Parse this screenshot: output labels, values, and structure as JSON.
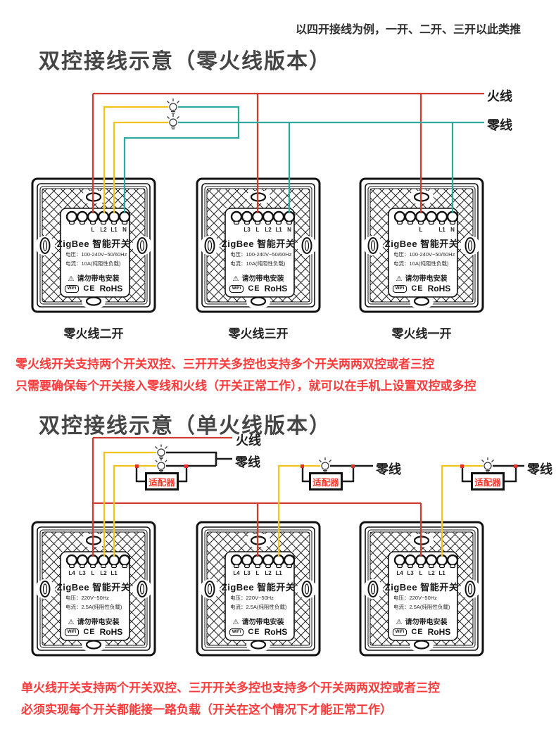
{
  "note_top": "以四开接线为例，一开、二开、三开以此类推",
  "warning_icon": "⚠",
  "colors": {
    "live_wire": "#d13c30",
    "neutral_wire": "#2fa99e",
    "lamp_wire": "#f3c41c",
    "load_wire": "#1b1b1b",
    "note_red": "#fb3b3b"
  },
  "sections": [
    {
      "title": "双控接线示意（零火线版本）",
      "live_label": "火线",
      "neutral_label": "零线",
      "switches": [
        {
          "caption": "零火线二开",
          "terminals": [
            "",
            "",
            "L",
            "L2",
            "L1",
            "N"
          ],
          "title": "ZigBee 智能开关",
          "voltage": "电压：100-240V~50/60Hz",
          "current": "电流：10A(纯阻性负载)",
          "warning": "请勿带电安装",
          "logos": {
            "wifi": "WiFi",
            "ce": "CE",
            "rohs": "RoHS"
          }
        },
        {
          "caption": "零火线三开",
          "terminals": [
            "",
            "L3",
            "L",
            "L2",
            "L1",
            "N"
          ],
          "title": "ZigBee 智能开关",
          "voltage": "电压：100-240V~50/60Hz",
          "current": "电流：10A(纯阻性负载)",
          "warning": "请勿带电安装",
          "logos": {
            "wifi": "WiFi",
            "ce": "CE",
            "rohs": "RoHS"
          }
        },
        {
          "caption": "零火线一开",
          "terminals": [
            "",
            "",
            "L",
            "",
            "L1",
            "N"
          ],
          "title": "ZigBee 智能开关",
          "voltage": "电压：100-240V~50/60Hz",
          "current": "电流：10A(纯阻性负载)",
          "warning": "请勿带电安装",
          "logos": {
            "wifi": "WiFi",
            "ce": "CE",
            "rohs": "RoHS"
          }
        }
      ],
      "notes": [
        "零火线开关支持两个开关双控、三开开关多控也支持多个开关两两双控或者三控",
        "只需要确保每个开关接入零线和火线（开关正常工作），就可以在手机上设置双控或多控"
      ]
    },
    {
      "title": "双控接线示意（单火线版本）",
      "live_label": "火线",
      "neutral_labels": [
        "零线",
        "零线",
        "零线"
      ],
      "adapter_labels": [
        "适配器",
        "适配器",
        "适配器"
      ],
      "switches": [
        {
          "caption": "",
          "terminals": [
            "L4",
            "L3",
            "L",
            "L2",
            "L1",
            ""
          ],
          "title": "ZigBee 智能开关",
          "voltage": "电压：220V~50Hz",
          "current": "电流：2.5A(纯阻性负载)",
          "warning": "请勿带电安装",
          "logos": {
            "wifi": "WiFi",
            "ce": "CE",
            "rohs": "RoHS"
          }
        },
        {
          "caption": "",
          "terminals": [
            "L4",
            "L3",
            "L",
            "L2",
            "L1",
            ""
          ],
          "title": "ZigBee 智能开关",
          "voltage": "电压：220V~50Hz",
          "current": "电流：2.5A(纯阻性负载)",
          "warning": "请勿带电安装",
          "logos": {
            "wifi": "WiFi",
            "ce": "CE",
            "rohs": "RoHS"
          }
        },
        {
          "caption": "",
          "terminals": [
            "L4",
            "L3",
            "L",
            "L2",
            "L1",
            ""
          ],
          "title": "ZigBee 智能开关",
          "voltage": "电压：220V~50Hz",
          "current": "电流：2.5A(纯阻性负载)",
          "warning": "请勿带电安装",
          "logos": {
            "wifi": "WiFi",
            "ce": "CE",
            "rohs": "RoHS"
          }
        }
      ],
      "notes": [
        "单火线开关支持两个开关双控、三开开关多控也支持多个开关两两双控或者三控",
        "必须实现每个开关都能接一路负载（开关在这个情况下才能正常工作）"
      ]
    }
  ]
}
